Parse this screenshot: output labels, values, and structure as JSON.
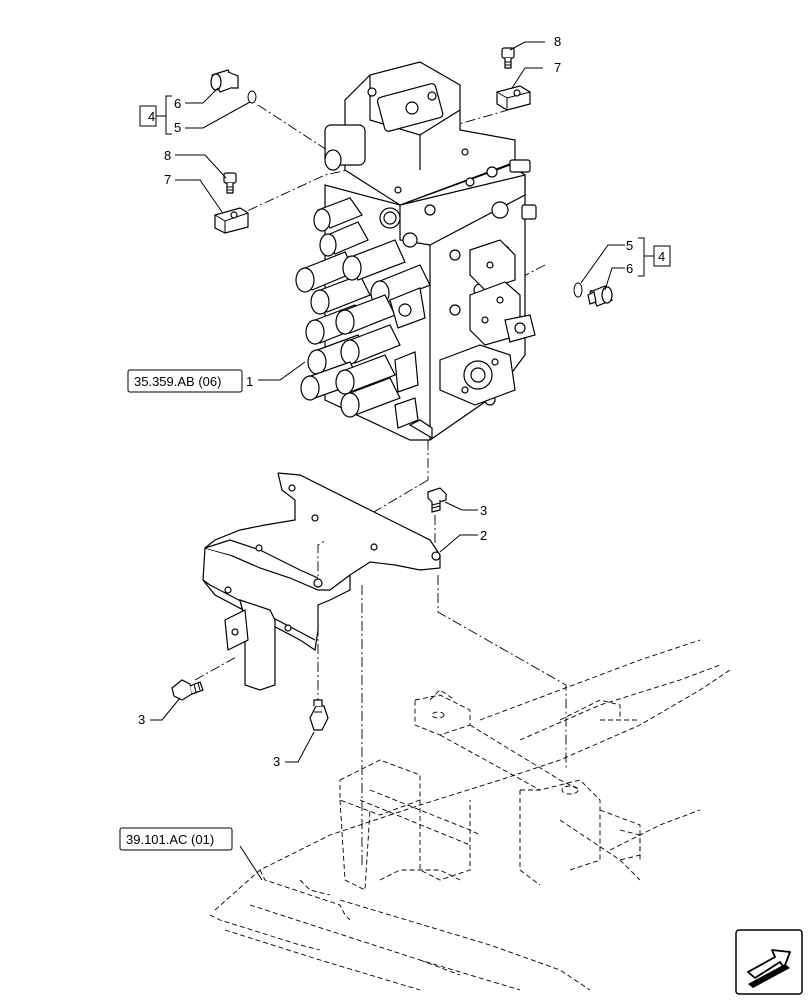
{
  "callouts": {
    "c1": "1",
    "c2": "2",
    "c3a": "3",
    "c3b": "3",
    "c3c": "3",
    "c4_left": "4",
    "c4_right": "4",
    "c5_left": "5",
    "c5_right": "5",
    "c6_left": "6",
    "c6_right": "6",
    "c7_top": "7",
    "c7_left": "7",
    "c8_top": "8",
    "c8_left": "8"
  },
  "references": {
    "valve_ref": "35.359.AB (06)",
    "frame_ref": "39.101.AC (01)"
  },
  "icons": {
    "nav": "next-page-arrow-icon"
  }
}
